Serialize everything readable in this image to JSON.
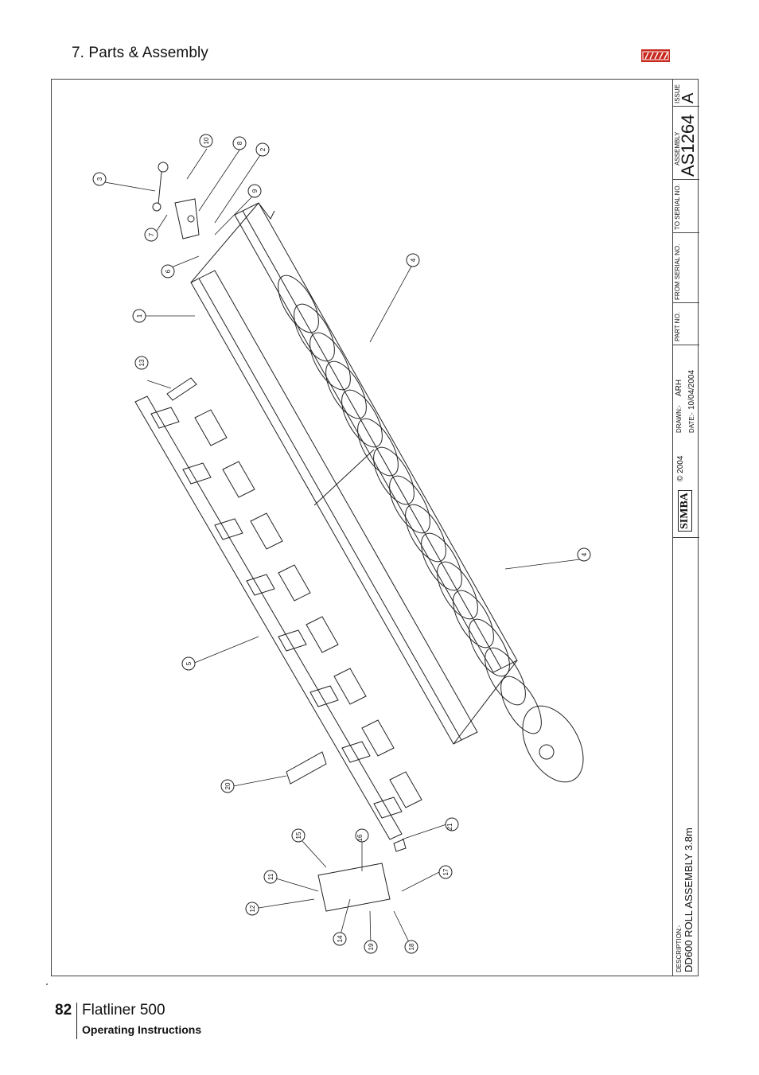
{
  "header": {
    "section_title": "7. Parts & Assembly",
    "logo_icon": "simba-logo-icon"
  },
  "title_block": {
    "issue_label": "ISSUE",
    "issue_value": "A",
    "assembly_label": "ASSEMBLY",
    "assembly_value": "AS1264",
    "to_serial_label": "TO SERIAL NO.",
    "from_serial_label": "FROM SERIAL NO.",
    "part_no_label": "PART NO.",
    "drawn_label": "DRAWN:-",
    "drawn_value": "ARH",
    "date_label": "DATE:-",
    "date_value": "10/04/2004",
    "copyright": "© 2004",
    "brand": "SIMBA",
    "description_label": "DESCRIPTION:-",
    "description_value": "DD600 ROLL ASSEMBLY 3.8m"
  },
  "callouts": [
    "1",
    "2",
    "3",
    "4",
    "4",
    "5",
    "6",
    "7",
    "8",
    "9",
    "10",
    "11",
    "12",
    "13",
    "14",
    "15",
    "16",
    "17",
    "18",
    "19",
    "20",
    "21"
  ],
  "footer": {
    "page_number": "82",
    "product_name": "Flatliner 500",
    "doc_type": "Operating Instructions"
  },
  "colors": {
    "logo_red": "#c8281e",
    "line": "#222222"
  }
}
